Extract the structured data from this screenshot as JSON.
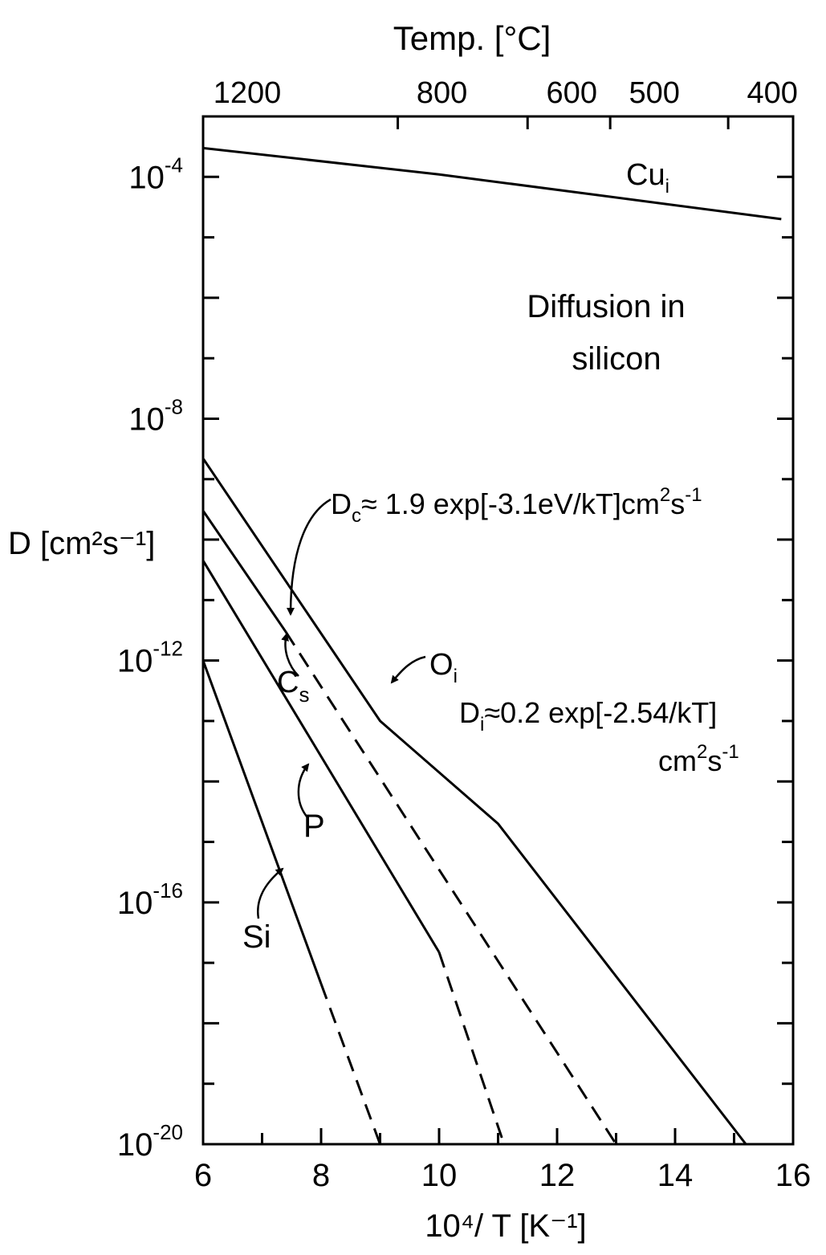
{
  "chart_data": {
    "type": "line",
    "title": "",
    "xlabel": "10⁴/ T  [K⁻¹]",
    "ylabel": "D [cm²s⁻¹]",
    "x2label": "Temp. [°C]",
    "xlim": [
      6,
      16
    ],
    "ylim": [
      1e-20,
      0.001
    ],
    "yscale": "log",
    "grid": false,
    "x_ticks": [
      6,
      8,
      10,
      12,
      14,
      16
    ],
    "x_tick_labels": [
      "6",
      "8",
      "10",
      "12",
      "14",
      "16"
    ],
    "y_major_ticks": [
      0.0001,
      1e-08,
      1e-12,
      1e-16,
      1e-20
    ],
    "y_tick_labels": [
      {
        "base": "10",
        "exp": "-4"
      },
      {
        "base": "10",
        "exp": "-8"
      },
      {
        "base": "10",
        "exp": "-12"
      },
      {
        "base": "10",
        "exp": "-16"
      },
      {
        "base": "10",
        "exp": "-20"
      }
    ],
    "top_axis_ticks": [
      {
        "label": "1200",
        "x": 6.0
      },
      {
        "label": "800",
        "x": 9.3
      },
      {
        "label": "600",
        "x": 11.5
      },
      {
        "label": "500",
        "x": 12.9
      },
      {
        "label": "400",
        "x": 14.9
      }
    ],
    "series": [
      {
        "name": "Cuᵢ",
        "style": "solid",
        "points": [
          [
            6,
            0.0003
          ],
          [
            10,
            0.00011
          ],
          [
            15.8,
            2e-05
          ]
        ]
      },
      {
        "name": "Oᵢ",
        "style": "solid",
        "points": [
          [
            6,
            2.2e-09
          ],
          [
            9,
            1e-13
          ],
          [
            11,
            2e-15
          ],
          [
            15.2,
            1e-20
          ]
        ]
      },
      {
        "name": "Cₛ",
        "style": "solid",
        "points": [
          [
            6,
            3e-10
          ],
          [
            7.4,
            3e-12
          ]
        ]
      },
      {
        "name": "Cₛ",
        "style": "dashed",
        "points": [
          [
            7.4,
            3e-12
          ],
          [
            13,
            1e-20
          ]
        ]
      },
      {
        "name": "P",
        "style": "solid",
        "points": [
          [
            6,
            4.5e-11
          ],
          [
            10,
            1.5e-17
          ]
        ]
      },
      {
        "name": "P",
        "style": "dashed",
        "points": [
          [
            10,
            1.5e-17
          ],
          [
            11.1,
            1e-20
          ]
        ]
      },
      {
        "name": "Si",
        "style": "solid",
        "points": [
          [
            6,
            1e-12
          ],
          [
            8,
            4.5e-18
          ]
        ]
      },
      {
        "name": "Si",
        "style": "dashed",
        "points": [
          [
            8,
            4.5e-18
          ],
          [
            9,
            1e-20
          ]
        ]
      }
    ],
    "annotations": {
      "cu": {
        "base": "Cu",
        "sub": "i"
      },
      "title_line1": "Diffusion in",
      "title_line2": "silicon",
      "dc_eq": {
        "pre": "D",
        "sub": "c",
        "post": "≈ 1.9 exp[-3.1eV/kT]cm",
        "sup1": "2",
        "s": "s",
        "sup2": "-1"
      },
      "oi": {
        "base": "O",
        "sub": "i"
      },
      "di_eq": {
        "pre": "D",
        "sub": "i",
        "post": "≈0.2 exp[-2.54/kT]"
      },
      "di_unit": {
        "base": "cm",
        "sup1": "2",
        "s": "s",
        "sup2": "-1"
      },
      "cs": {
        "base": "C",
        "sub": "s"
      },
      "p": "P",
      "si": "Si"
    }
  }
}
